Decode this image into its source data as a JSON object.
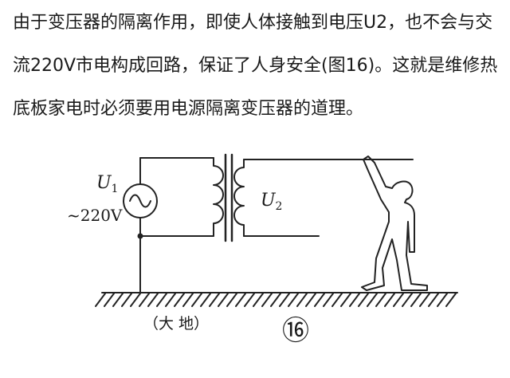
{
  "paragraph": {
    "lines": [
      "由于变压器的隔离作用，即使人体接触到电压U2，也不会与交",
      "流220V市电构成回路，保证了人身安全(图16)。这就是维修热",
      "底板家电时必须要用电源隔离变压器的道理。"
    ]
  },
  "figure": {
    "u1_letter": "U",
    "u1_sub": "1",
    "voltage": "~220V",
    "u2_letter": "U",
    "u2_sub": "2",
    "ground_label": "（大 地）",
    "figure_number": "⑯"
  }
}
